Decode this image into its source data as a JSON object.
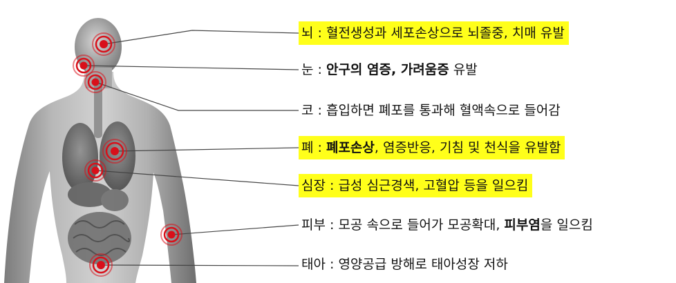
{
  "colors": {
    "highlight": "#ffff1a",
    "marker": "#d8101a",
    "leader_line": "#444444"
  },
  "labels": [
    {
      "id": "brain",
      "highlighted": true,
      "parts": [
        {
          "text": "뇌 : 혈전생성과 세포손상으로 뇌졸중, 치매 유발",
          "bold": false
        }
      ]
    },
    {
      "id": "eye",
      "highlighted": false,
      "parts": [
        {
          "text": "눈 : ",
          "bold": false
        },
        {
          "text": "안구의 염증, 가려움증",
          "bold": true
        },
        {
          "text": " 유발",
          "bold": false
        }
      ]
    },
    {
      "id": "nose",
      "highlighted": false,
      "parts": [
        {
          "text": "코 : 흡입하면 폐포를 통과해 혈액속으로 들어감",
          "bold": false
        }
      ]
    },
    {
      "id": "lung",
      "highlighted": true,
      "parts": [
        {
          "text": "폐 : ",
          "bold": false
        },
        {
          "text": "폐포손상",
          "bold": true
        },
        {
          "text": ", 염증반응, 기침 및 천식을 유발함",
          "bold": false
        }
      ]
    },
    {
      "id": "heart",
      "highlighted": true,
      "parts": [
        {
          "text": "심장 : 급성 심근경색, 고혈압 등을 일으킴",
          "bold": false
        }
      ]
    },
    {
      "id": "skin",
      "highlighted": false,
      "parts": [
        {
          "text": "피부 : 모공 속으로 들어가 모공확대, ",
          "bold": false
        },
        {
          "text": "피부염",
          "bold": true
        },
        {
          "text": "을 일으킴",
          "bold": false
        }
      ]
    },
    {
      "id": "fetus",
      "highlighted": false,
      "parts": [
        {
          "text": "태아 : 영양공급 방해로 태아성장 저하",
          "bold": false
        }
      ]
    }
  ]
}
